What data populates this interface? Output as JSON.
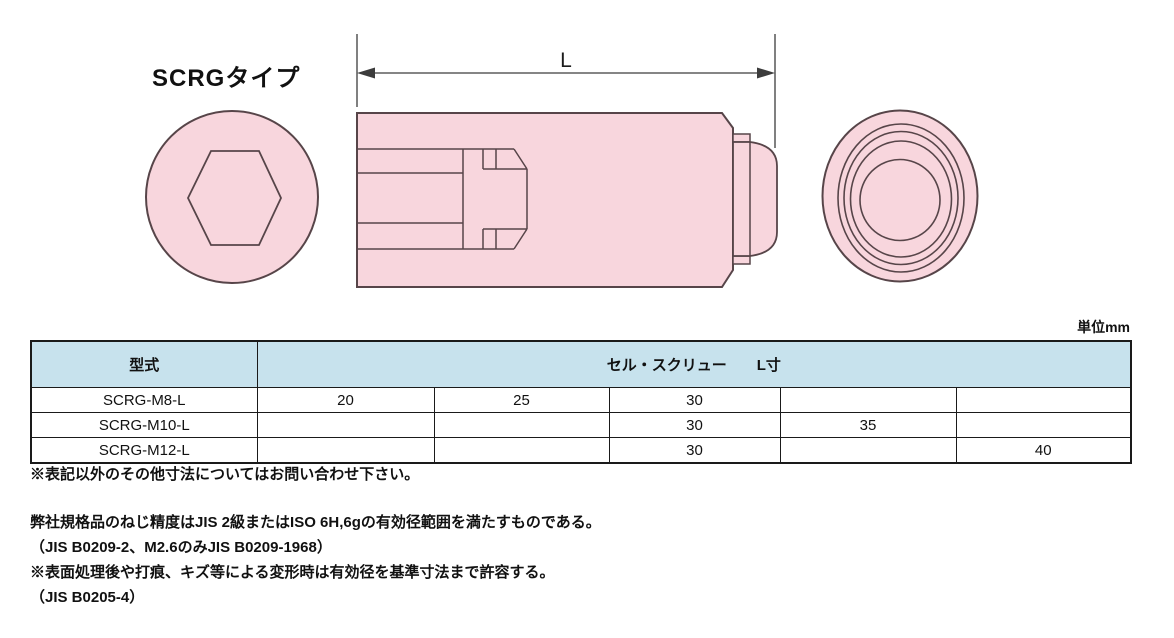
{
  "colors": {
    "pink-fill": "#f8d6dd",
    "draw-stroke": "#574549",
    "dim-color": "#3c3c3c",
    "header-bg": "#c7e2ed",
    "table-border": "#1a1a1a",
    "text-color": "#111111"
  },
  "diagram": {
    "title": "SCRGタイプ",
    "dimension_label": "L"
  },
  "unit_label": "単位mm",
  "table": {
    "col_model_header": "型式",
    "col_span_header": "セル・スクリュー　　L寸",
    "rows": [
      {
        "model": "SCRG-M8-L",
        "values": [
          "20",
          "25",
          "30",
          "",
          ""
        ]
      },
      {
        "model": "SCRG-M10-L",
        "values": [
          "",
          "",
          "30",
          "35",
          ""
        ]
      },
      {
        "model": "SCRG-M12-L",
        "values": [
          "",
          "",
          "30",
          "",
          "40"
        ]
      }
    ]
  },
  "notes": [
    "※表記以外のその他寸法についてはお問い合わせ下さい。",
    "弊社規格品のねじ精度はJIS 2級またはISO 6H,6gの有効径範囲を満たすものである。",
    "（JIS B0209-2、M2.6のみJIS B0209-1968）",
    "※表面処理後や打痕、キズ等による変形時は有効径を基準寸法まで許容する。",
    "（JIS B0205-4）"
  ]
}
